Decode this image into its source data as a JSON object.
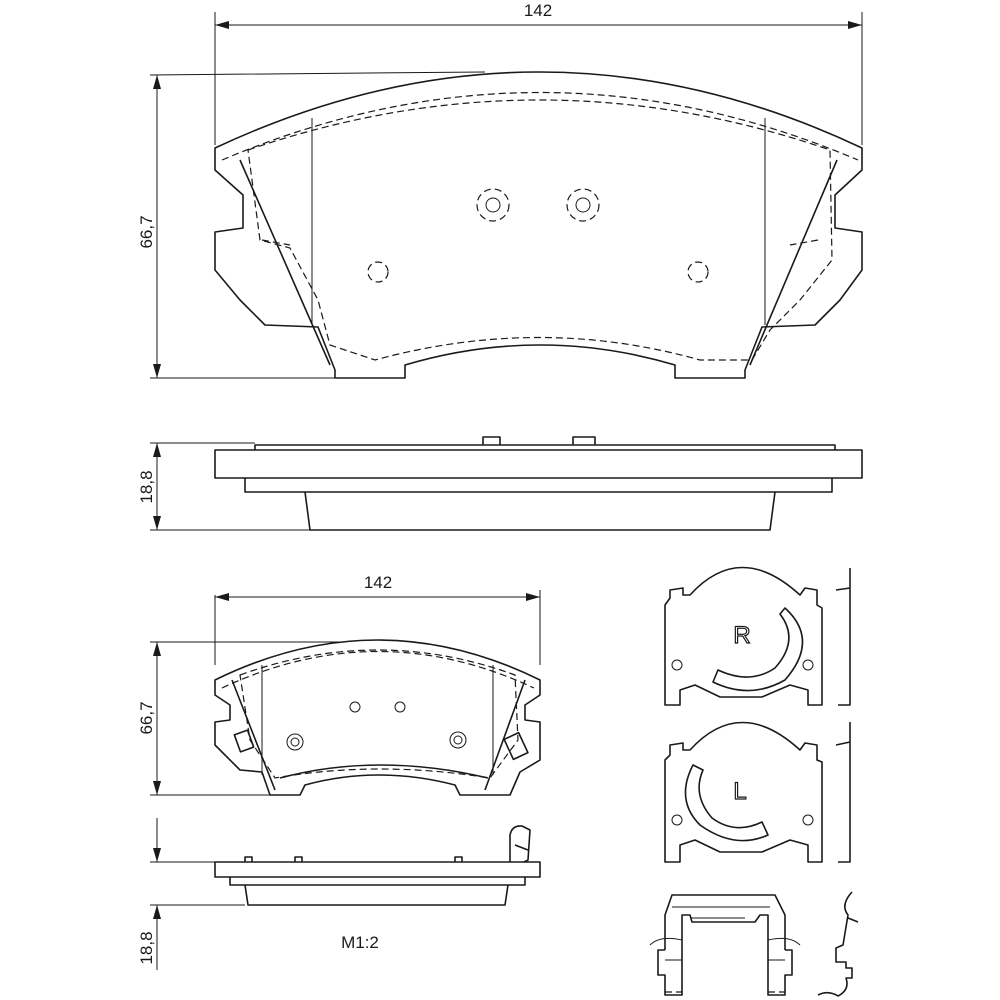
{
  "top_pad_view": {
    "width_dim": "142",
    "height_dim": "66,7"
  },
  "side_view": {
    "thickness_dim": "18,8"
  },
  "small_pad_view": {
    "width_dim": "142",
    "height_dim": "66,7",
    "thickness_dim": "18,8",
    "scale_label": "M1:2"
  },
  "shims": {
    "right_label": "R",
    "left_label": "L"
  }
}
